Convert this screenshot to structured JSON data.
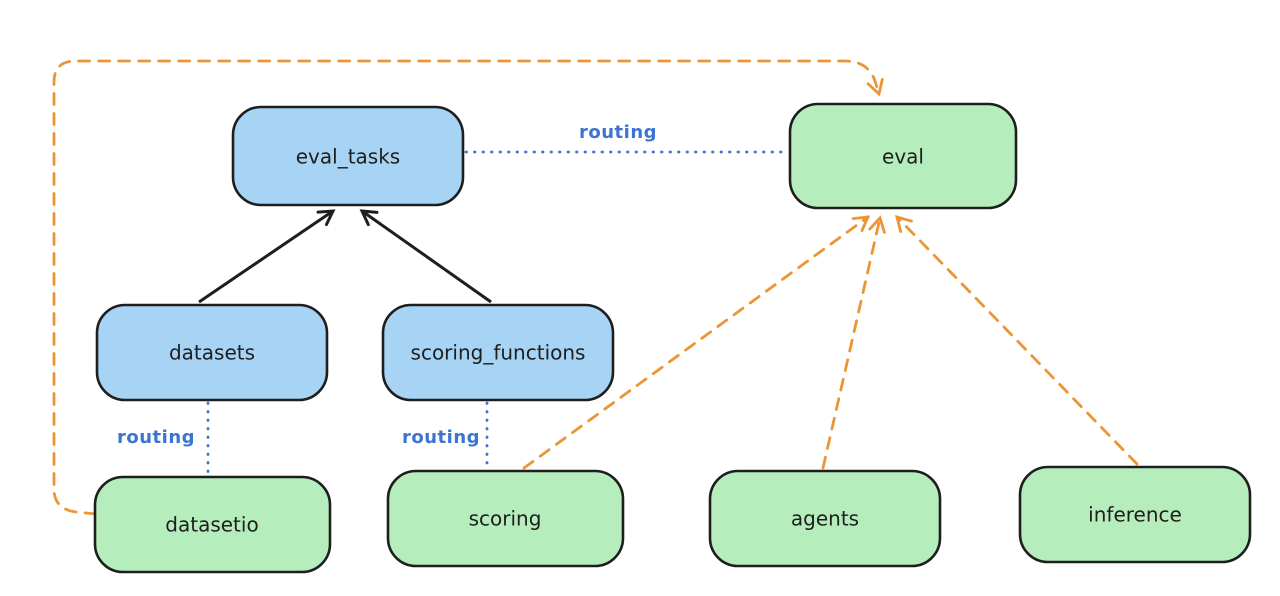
{
  "diagram": {
    "background_color": "#ffffff",
    "colors": {
      "background_color": "#ffffff",
      "resource_fill": "#a7d3f4",
      "api_fill": "#b6edbd",
      "box_border": "#1e1e1e",
      "routing_color": "#3b74d1",
      "provider_arrow_color": "#eb9536",
      "solid_arrow_color": "#1e1e1e"
    },
    "nodes": {
      "eval_tasks": {
        "label": "eval_tasks",
        "kind": "blue-resource"
      },
      "eval": {
        "label": "eval",
        "kind": "green-api"
      },
      "datasets": {
        "label": "datasets",
        "kind": "blue-resource"
      },
      "scoring_functions": {
        "label": "scoring_functions",
        "kind": "blue-resource"
      },
      "datasetio": {
        "label": "datasetio",
        "kind": "green-api"
      },
      "scoring": {
        "label": "scoring",
        "kind": "green-api"
      },
      "agents": {
        "label": "agents",
        "kind": "green-api"
      },
      "inference": {
        "label": "inference",
        "kind": "green-api"
      }
    },
    "edges": {
      "eval_tasks_to_eval": {
        "from": "eval_tasks",
        "to": "eval",
        "style": "dotted-blue",
        "label": "routing"
      },
      "datasets_to_datasetio": {
        "from": "datasets",
        "to": "datasetio",
        "style": "dotted-blue",
        "label": "routing"
      },
      "scoring_functions_to_scoring": {
        "from": "scoring_functions",
        "to": "scoring",
        "style": "dotted-blue",
        "label": "routing"
      },
      "datasets_to_eval_tasks": {
        "from": "datasets",
        "to": "eval_tasks",
        "style": "solid-black-arrow"
      },
      "scoring_functions_to_eval_tasks": {
        "from": "scoring_functions",
        "to": "eval_tasks",
        "style": "solid-black-arrow"
      },
      "datasetio_to_eval": {
        "from": "datasetio",
        "to": "eval",
        "style": "dashed-orange-arrow"
      },
      "scoring_to_eval": {
        "from": "scoring",
        "to": "eval",
        "style": "dashed-orange-arrow"
      },
      "agents_to_eval": {
        "from": "agents",
        "to": "eval",
        "style": "dashed-orange-arrow"
      },
      "inference_to_eval": {
        "from": "inference",
        "to": "eval",
        "style": "dashed-orange-arrow"
      }
    }
  }
}
